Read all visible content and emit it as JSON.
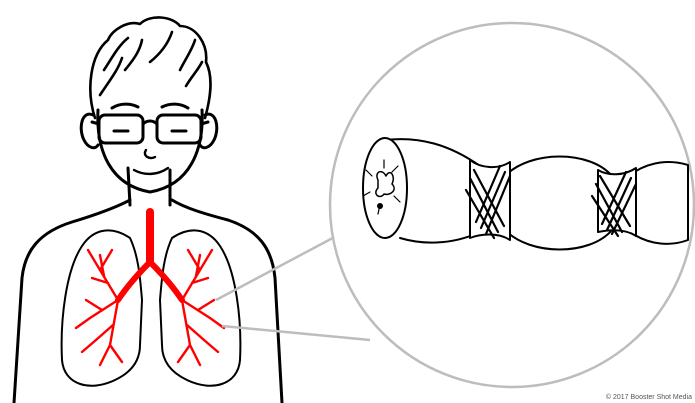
{
  "credit": "© 2017 Booster Shot Media",
  "illustration": {
    "subjects": [
      "person-with-lungs",
      "magnified-bronchiole"
    ],
    "line_color": "#000000",
    "background_color": "#ffffff",
    "airway_color": "#ff0000",
    "callout_color": "#bdbdbd"
  }
}
